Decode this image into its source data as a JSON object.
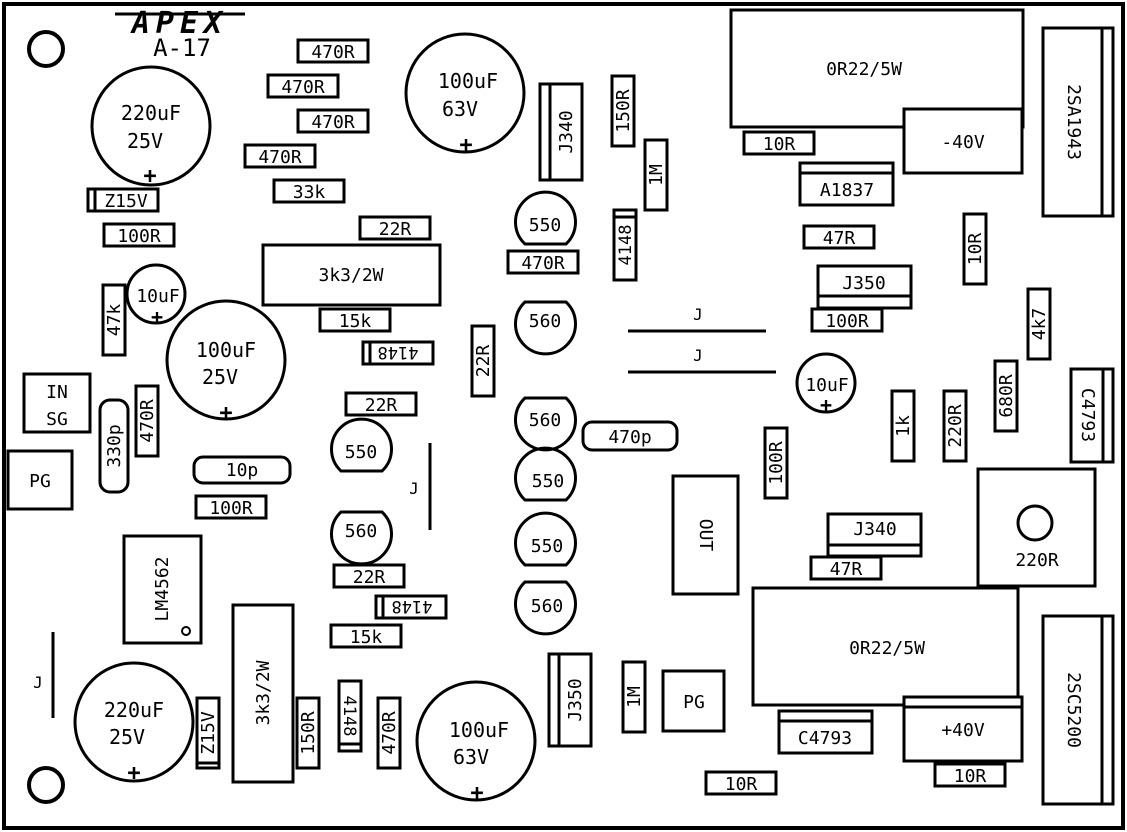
{
  "header": {
    "logo": "APEX",
    "model": "A-17"
  },
  "parts": {
    "r470_1": "470R",
    "r470_2": "470R",
    "r470_3": "470R",
    "r470_4": "470R",
    "r33k": "33k",
    "z15v_top": "Z15V",
    "r100_left": "100R",
    "c220_top_val": "220uF",
    "c220_top_volt": "25V",
    "c100_top_val": "100uF",
    "c100_top_volt": "63V",
    "r22_top": "22R",
    "r3k3_top": "3k3/2W",
    "r15k_top": "15k",
    "d4148_top": "4148",
    "r47k": "47k",
    "c10_left": "10uF",
    "c100_mid_val": "100uF",
    "c100_mid_volt": "25V",
    "in_line1": "IN",
    "in_line2": "SG",
    "c330p": "330p",
    "r470_v": "470R",
    "pg_left": "PG",
    "c10p": "10p",
    "r100_left2": "100R",
    "r22_mid": "22R",
    "q550_left": "550",
    "q560_left": "560",
    "j_left_mid": "J",
    "r22_low": "22R",
    "d4148_low": "4148",
    "r15k_low": "15k",
    "lm4562": "LM4562",
    "j_left": "J",
    "c220_bot_val": "220uF",
    "c220_bot_volt": "25V",
    "z15v_bot": "Z15V",
    "r3k3_bot": "3k3/2W",
    "r150_bot": "150R",
    "d4148_bot": "4148",
    "r470_bot": "470R",
    "c100_bot_val": "100uF",
    "c100_bot_volt": "63V",
    "j340_v": "J340",
    "r150_v": "150R",
    "r1m_top": "1M",
    "d4148_v": "4148",
    "q550_a": "550",
    "r470_c": "470R",
    "q560_a": "560",
    "r22_v": "22R",
    "q560_b": "560",
    "c470p": "470p",
    "q550_b": "550",
    "q550_c": "550",
    "q560_c": "560",
    "j350_v": "J350",
    "r1m_bot": "1M",
    "pg_bot": "PG",
    "j_label_1": "J",
    "j_label_2": "J",
    "r0r22_top": "0R22/5W",
    "r10_top": "10R",
    "neg40": "-40V",
    "q2sa1943": "2SA1943",
    "a1837": "A1837",
    "r47_top": "47R",
    "r10_v": "10R",
    "j350_h": "J350",
    "r100_right": "100R",
    "r4k7": "4k7",
    "c10_right": "10uF",
    "r680": "680R",
    "c4793_v": "C4793",
    "r1k": "1k",
    "r220_v": "220R",
    "r100_v": "100R",
    "out": "OUT",
    "j340_h": "J340",
    "pot220": "220R",
    "r47_bot": "47R",
    "r0r22_bot": "0R22/5W",
    "c4793_h": "C4793",
    "pos40": "+40V",
    "q2sc5200": "2SC5200",
    "r10_bot1": "10R",
    "r10_bot2": "10R"
  }
}
